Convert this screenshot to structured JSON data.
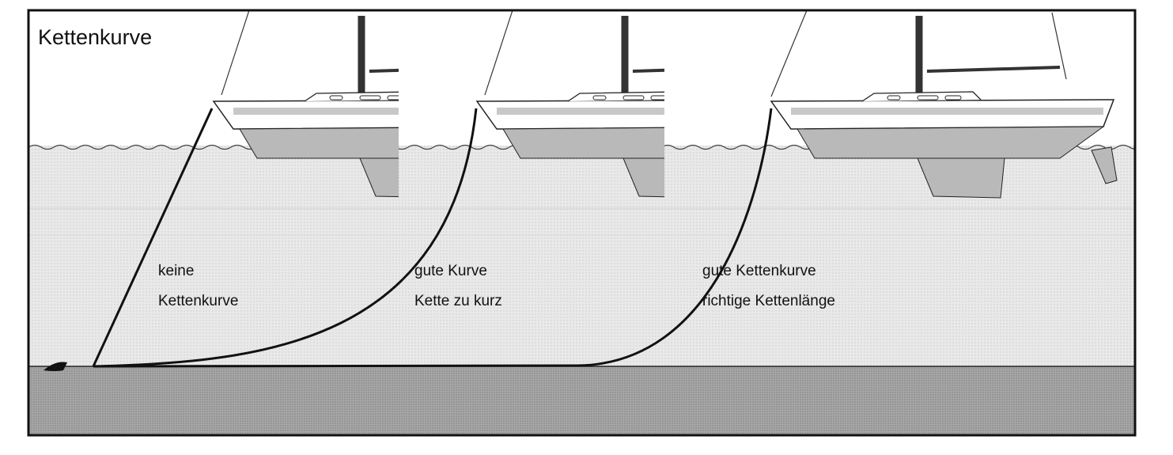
{
  "title": "Kettenkurve",
  "cases": [
    {
      "lines": [
        "keine",
        "Kettenkurve"
      ]
    },
    {
      "lines": [
        "gute Kurve",
        "Kette zu kurz"
      ]
    },
    {
      "lines": [
        "gute Kettenkurve",
        "richtige Kettenlänge"
      ]
    }
  ],
  "colors": {
    "water": "#e6e6e6",
    "seabed": "#9e9e9e",
    "hull_band": "#c8c8c8",
    "keel": "#b9b9b9",
    "line": "#111111"
  }
}
